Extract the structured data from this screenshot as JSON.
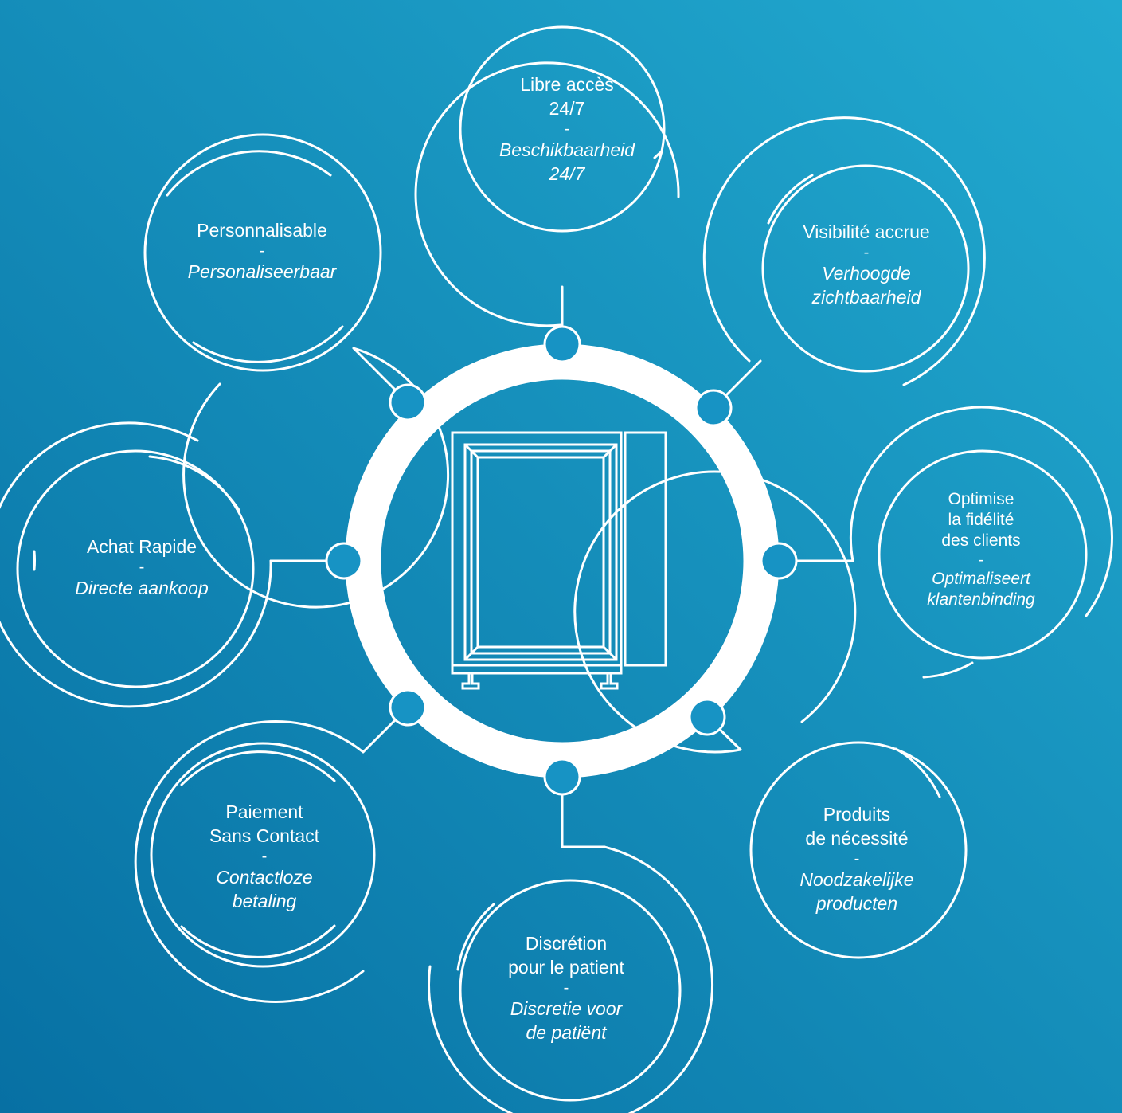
{
  "colors": {
    "bg_top_right": "#22aad0",
    "bg_bottom_left": "#0770a3",
    "stroke": "#ffffff"
  },
  "center": {
    "icon": "vending-machine-icon"
  },
  "features": [
    {
      "id": "24-7",
      "fr": [
        "Libre accès",
        "24/7"
      ],
      "dash": "-",
      "nl": [
        "Beschikbaarheid",
        "24/7"
      ]
    },
    {
      "id": "visibility",
      "fr": [
        "Visibilité accrue"
      ],
      "dash": "-",
      "nl": [
        "Verhoogde",
        "zichtbaarheid"
      ]
    },
    {
      "id": "loyalty",
      "fr": [
        "Optimise",
        "la fidélité",
        "des clients"
      ],
      "dash": "-",
      "nl": [
        "Optimaliseert",
        "klantenbinding"
      ]
    },
    {
      "id": "products",
      "fr": [
        "Produits",
        "de nécessité"
      ],
      "dash": "-",
      "nl": [
        "Noodzakelijke",
        "producten"
      ]
    },
    {
      "id": "discretion",
      "fr": [
        "Discrétion",
        "pour le patient"
      ],
      "dash": "-",
      "nl": [
        "Discretie voor",
        "de patiënt"
      ]
    },
    {
      "id": "payment",
      "fr": [
        "Paiement",
        "Sans Contact"
      ],
      "dash": "-",
      "nl": [
        "Contactloze",
        "betaling"
      ]
    },
    {
      "id": "purchase",
      "fr": [
        "Achat Rapide"
      ],
      "dash": "-",
      "nl": [
        "Directe aankoop"
      ]
    },
    {
      "id": "custom",
      "fr": [
        "Personnalisable"
      ],
      "dash": "-",
      "nl": [
        "Personaliseerbaar"
      ]
    }
  ]
}
